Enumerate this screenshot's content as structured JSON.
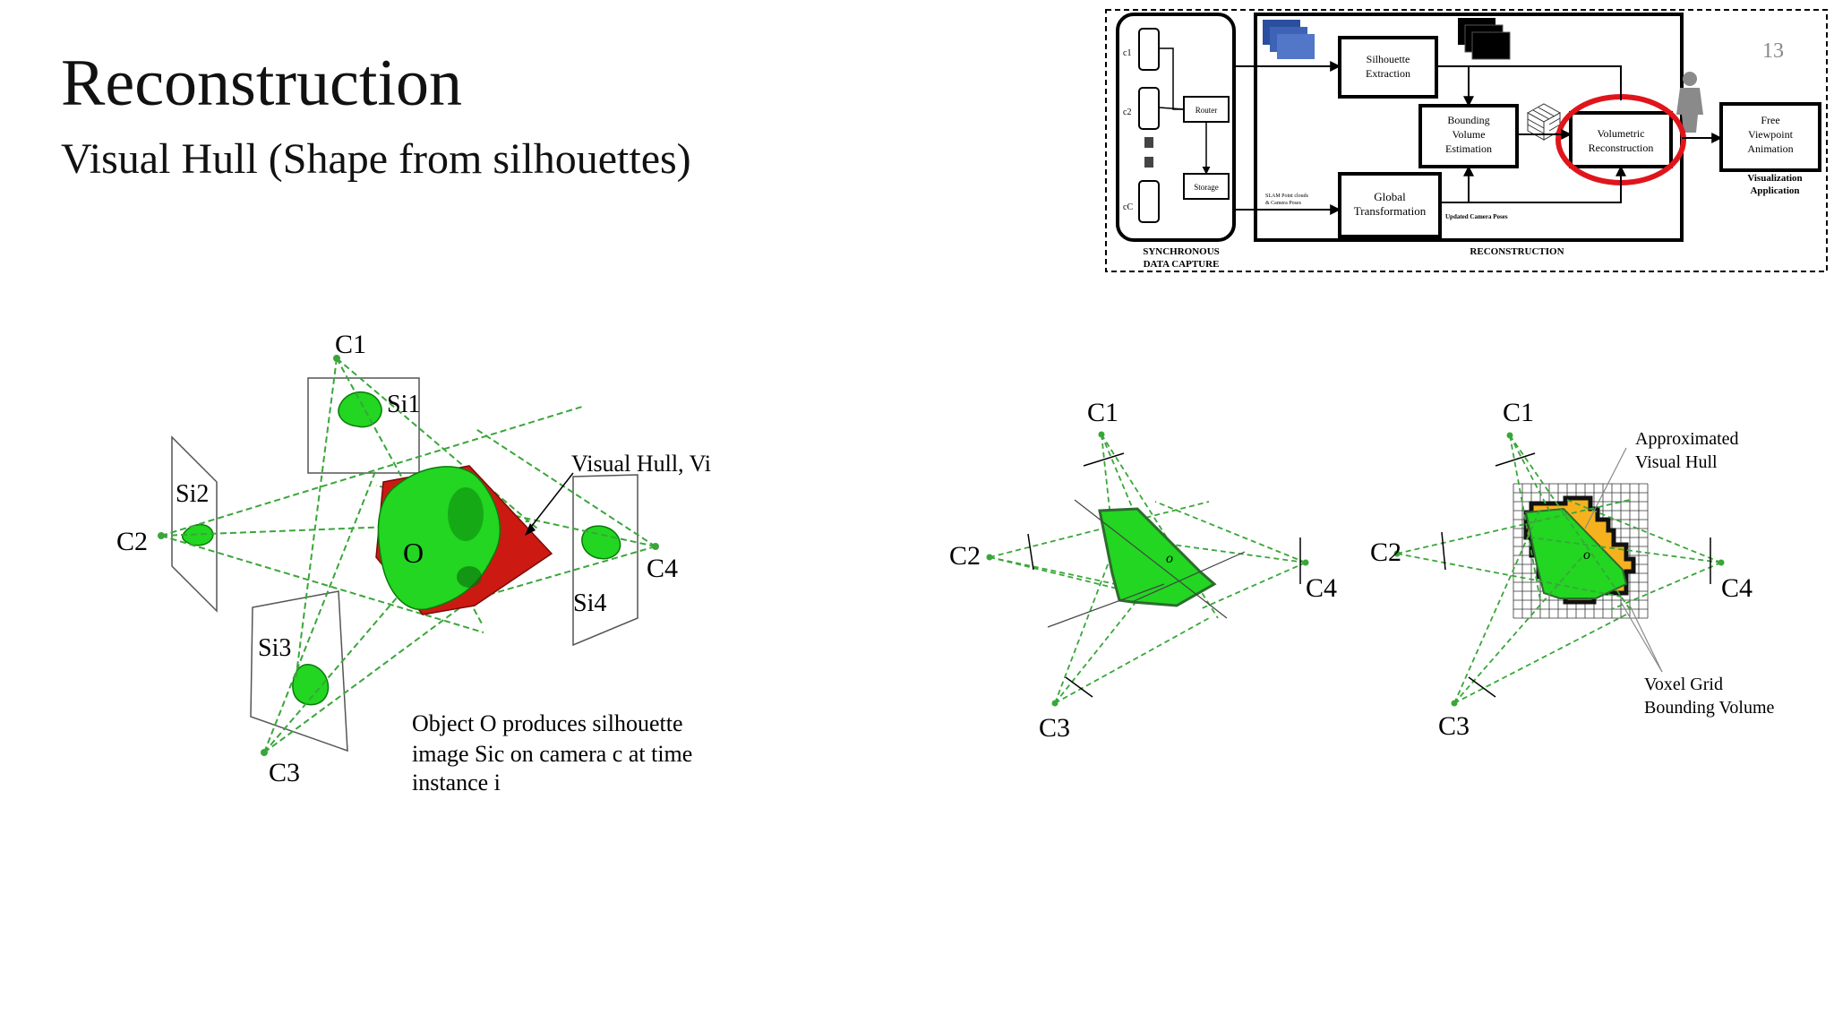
{
  "slide": {
    "title": "Reconstruction",
    "subtitle": "Visual Hull (Shape from silhouettes)",
    "page_number": "13"
  },
  "pipeline": {
    "camera_labels": [
      "c1",
      "c2",
      "cC"
    ],
    "router": "Router",
    "storage": "Storage",
    "silhouette_extraction": [
      "Silhouette",
      "Extraction"
    ],
    "bounding_volume": [
      "Bounding",
      "Volume",
      "Estimation"
    ],
    "volumetric_reconstruction": [
      "Volumetric",
      "Reconstruction"
    ],
    "global_transformation": [
      "Global",
      "Transformation"
    ],
    "free_viewpoint": [
      "Free",
      "Viewpoint",
      "Animation"
    ],
    "slam_note": [
      "SLAM Point clouds",
      "& Camera Poses"
    ],
    "updated_poses": "Updated Camera Poses",
    "section_capture": [
      "SYNCHRONOUS",
      "DATA CAPTURE"
    ],
    "section_reconstruction": "RECONSTRUCTION",
    "section_visualization": [
      "Visualization",
      "Application"
    ],
    "highlight_color": "#e0151b"
  },
  "hull_figure": {
    "camera_labels": [
      "C1",
      "C2",
      "C3",
      "C4"
    ],
    "silhouette_labels": [
      "Si1",
      "Si2",
      "Si3",
      "Si4"
    ],
    "object_label": "O",
    "hull_label": "Visual Hull, Vi",
    "caption": [
      "Object O produces silhouette",
      "image Sic on camera c at time",
      "instance i"
    ],
    "colors": {
      "object": "#22d622",
      "hull": "#cc1a12",
      "ray": "#3aa63a"
    }
  },
  "polygon_figure": {
    "camera_labels": [
      "C1",
      "C2",
      "C3",
      "C4"
    ]
  },
  "voxel_figure": {
    "camera_labels": [
      "C1",
      "C2",
      "C3",
      "C4"
    ],
    "approx_hull_label": [
      "Approximated",
      "Visual Hull"
    ],
    "voxel_label": [
      "Voxel Grid",
      "Bounding Volume"
    ],
    "colors": {
      "voxel": "#f5b21e"
    }
  }
}
